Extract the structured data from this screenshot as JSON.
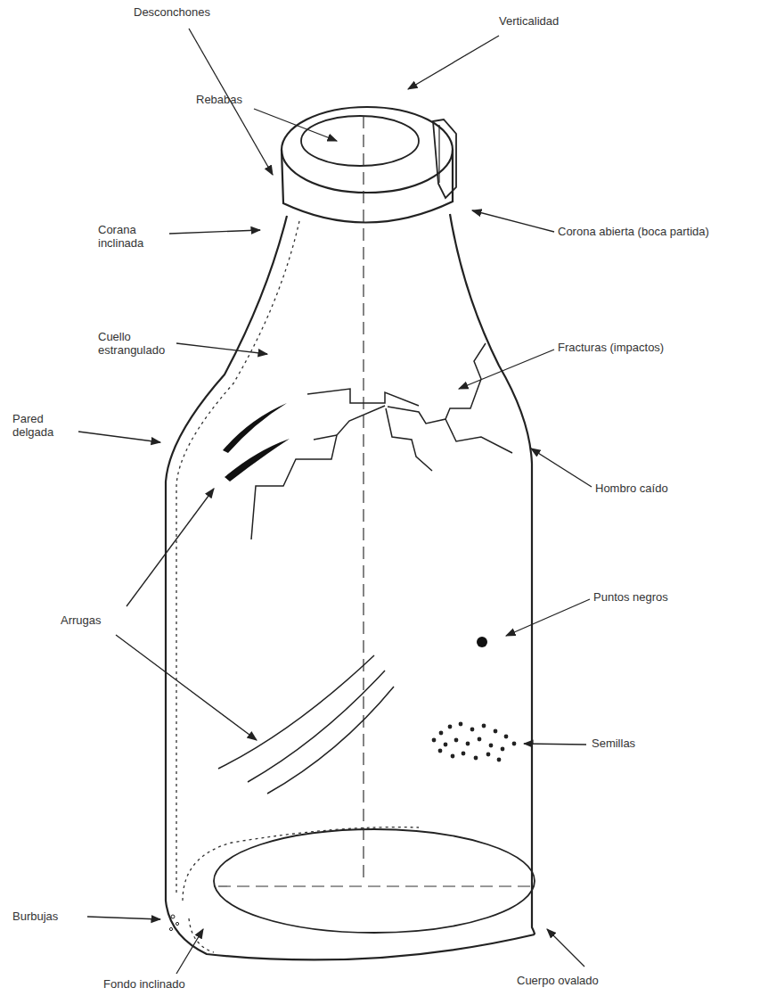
{
  "diagram": {
    "labels": [
      "Desconchones",
      "Verticalidad",
      "Rebabas",
      "Corana inclinada",
      "Corona abierta (boca partida)",
      "Cuello estrangulado",
      "Fracturas (impactos)",
      "Pared delgada",
      "Hombro caído",
      "Arrugas",
      "Puntos negros",
      "Semillas",
      "Burbujas",
      "Fondo inclinado",
      "Cuerpo ovalado"
    ]
  }
}
